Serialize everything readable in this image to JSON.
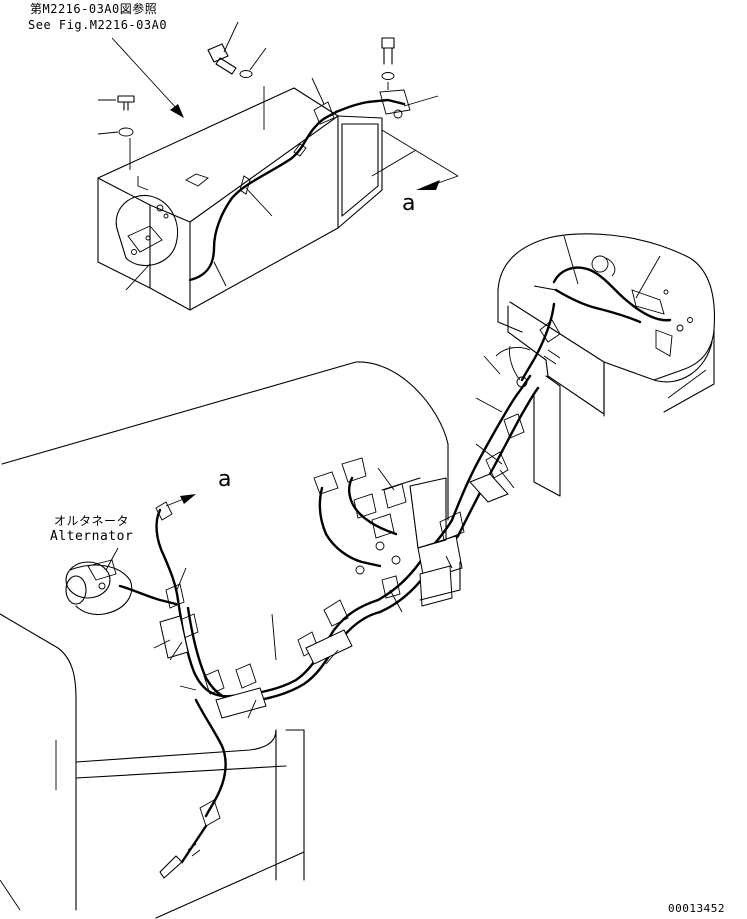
{
  "references": {
    "jp_ref": "第M2216-03A0図参照",
    "en_ref": "See Fig.M2216-03A0"
  },
  "view_markers": {
    "top": "a",
    "bottom": "a"
  },
  "alternator": {
    "jp": "オルタネータ",
    "en": "Alternator"
  },
  "part_number": "00013452"
}
